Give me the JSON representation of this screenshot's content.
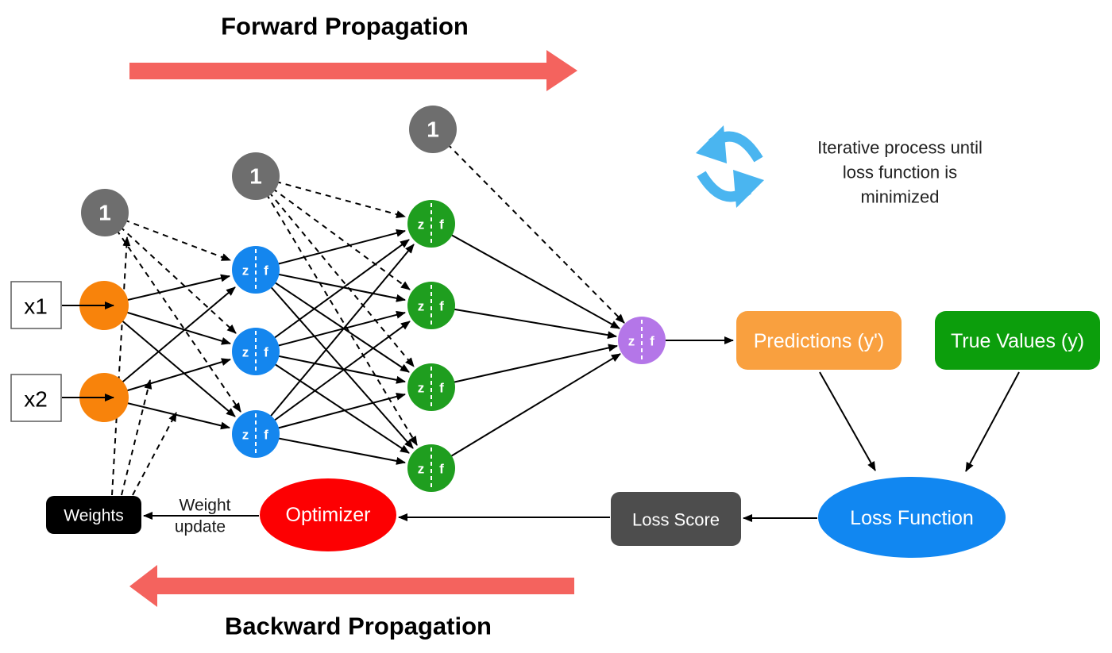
{
  "titles": {
    "forward": "Forward Propagation",
    "backward": "Backward Propagation"
  },
  "note": {
    "line1": "Iterative process until",
    "line2": "loss function is",
    "line3": "minimized"
  },
  "inputs": [
    {
      "label": "x1"
    },
    {
      "label": "x2"
    }
  ],
  "bias_label": "1",
  "neuron": {
    "z": "z",
    "f": "f"
  },
  "labels": {
    "predictions": "Predictions (y')",
    "true_values": "True Values (y)",
    "loss_function": "Loss Function",
    "loss_score": "Loss Score",
    "optimizer": "Optimizer",
    "weights": "Weights",
    "weight_update_line1": "Weight",
    "weight_update_line2": "update"
  },
  "icons": {
    "cycle": "iterative-cycle-icon",
    "forward_arrow": "forward-flow-arrow",
    "backward_arrow": "backward-flow-arrow"
  },
  "colors": {
    "input_node": "#f8830b",
    "hidden_layer1_node": "#1486ee",
    "hidden_layer2_node": "#1f9e1f",
    "output_node": "#b476e8",
    "bias_node": "#6e6e6e",
    "flow_arrow": "#f4635e",
    "cycle_icon": "#4ab5f0",
    "predictions_box": "#f9a03f",
    "true_values_box": "#0c9e0c",
    "loss_function_ellipse": "#1187f1",
    "loss_score_box": "#4d4d4d",
    "optimizer_ellipse": "#fd0002",
    "weights_box": "#000000"
  }
}
